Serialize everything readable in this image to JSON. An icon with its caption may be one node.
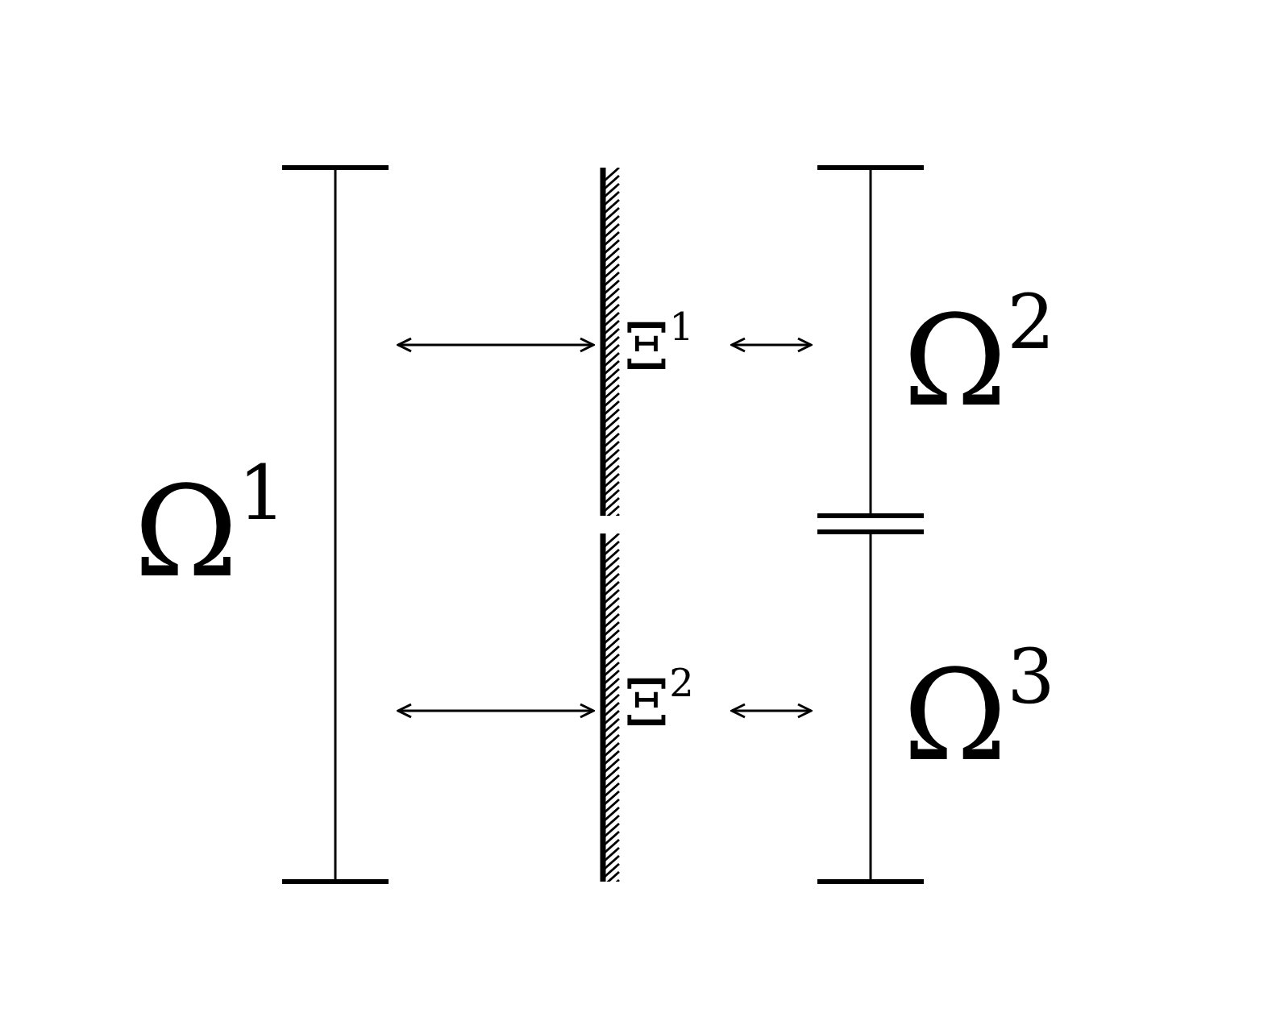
{
  "diagram": {
    "nodes": [
      {
        "text": [
          "Ω$^{1}$"
        ]
      },
      {
        "text": [
          "Ξ$^{1}$"
        ]
      },
      {
        "text": [
          "Ω$^{2}$"
        ]
      },
      {
        "text": [
          "Ξ$^{2}$"
        ]
      },
      {
        "text": [
          "Ω$^{3}$"
        ]
      }
    ],
    "edges": [
      {
        "from": 0,
        "to": 1,
        "arrow": "both"
      },
      {
        "from": 1,
        "to": 2,
        "arrow": "both"
      },
      {
        "from": 0,
        "to": 3,
        "arrow": "both"
      },
      {
        "from": 3,
        "to": 4,
        "arrow": "both"
      }
    ]
  }
}
